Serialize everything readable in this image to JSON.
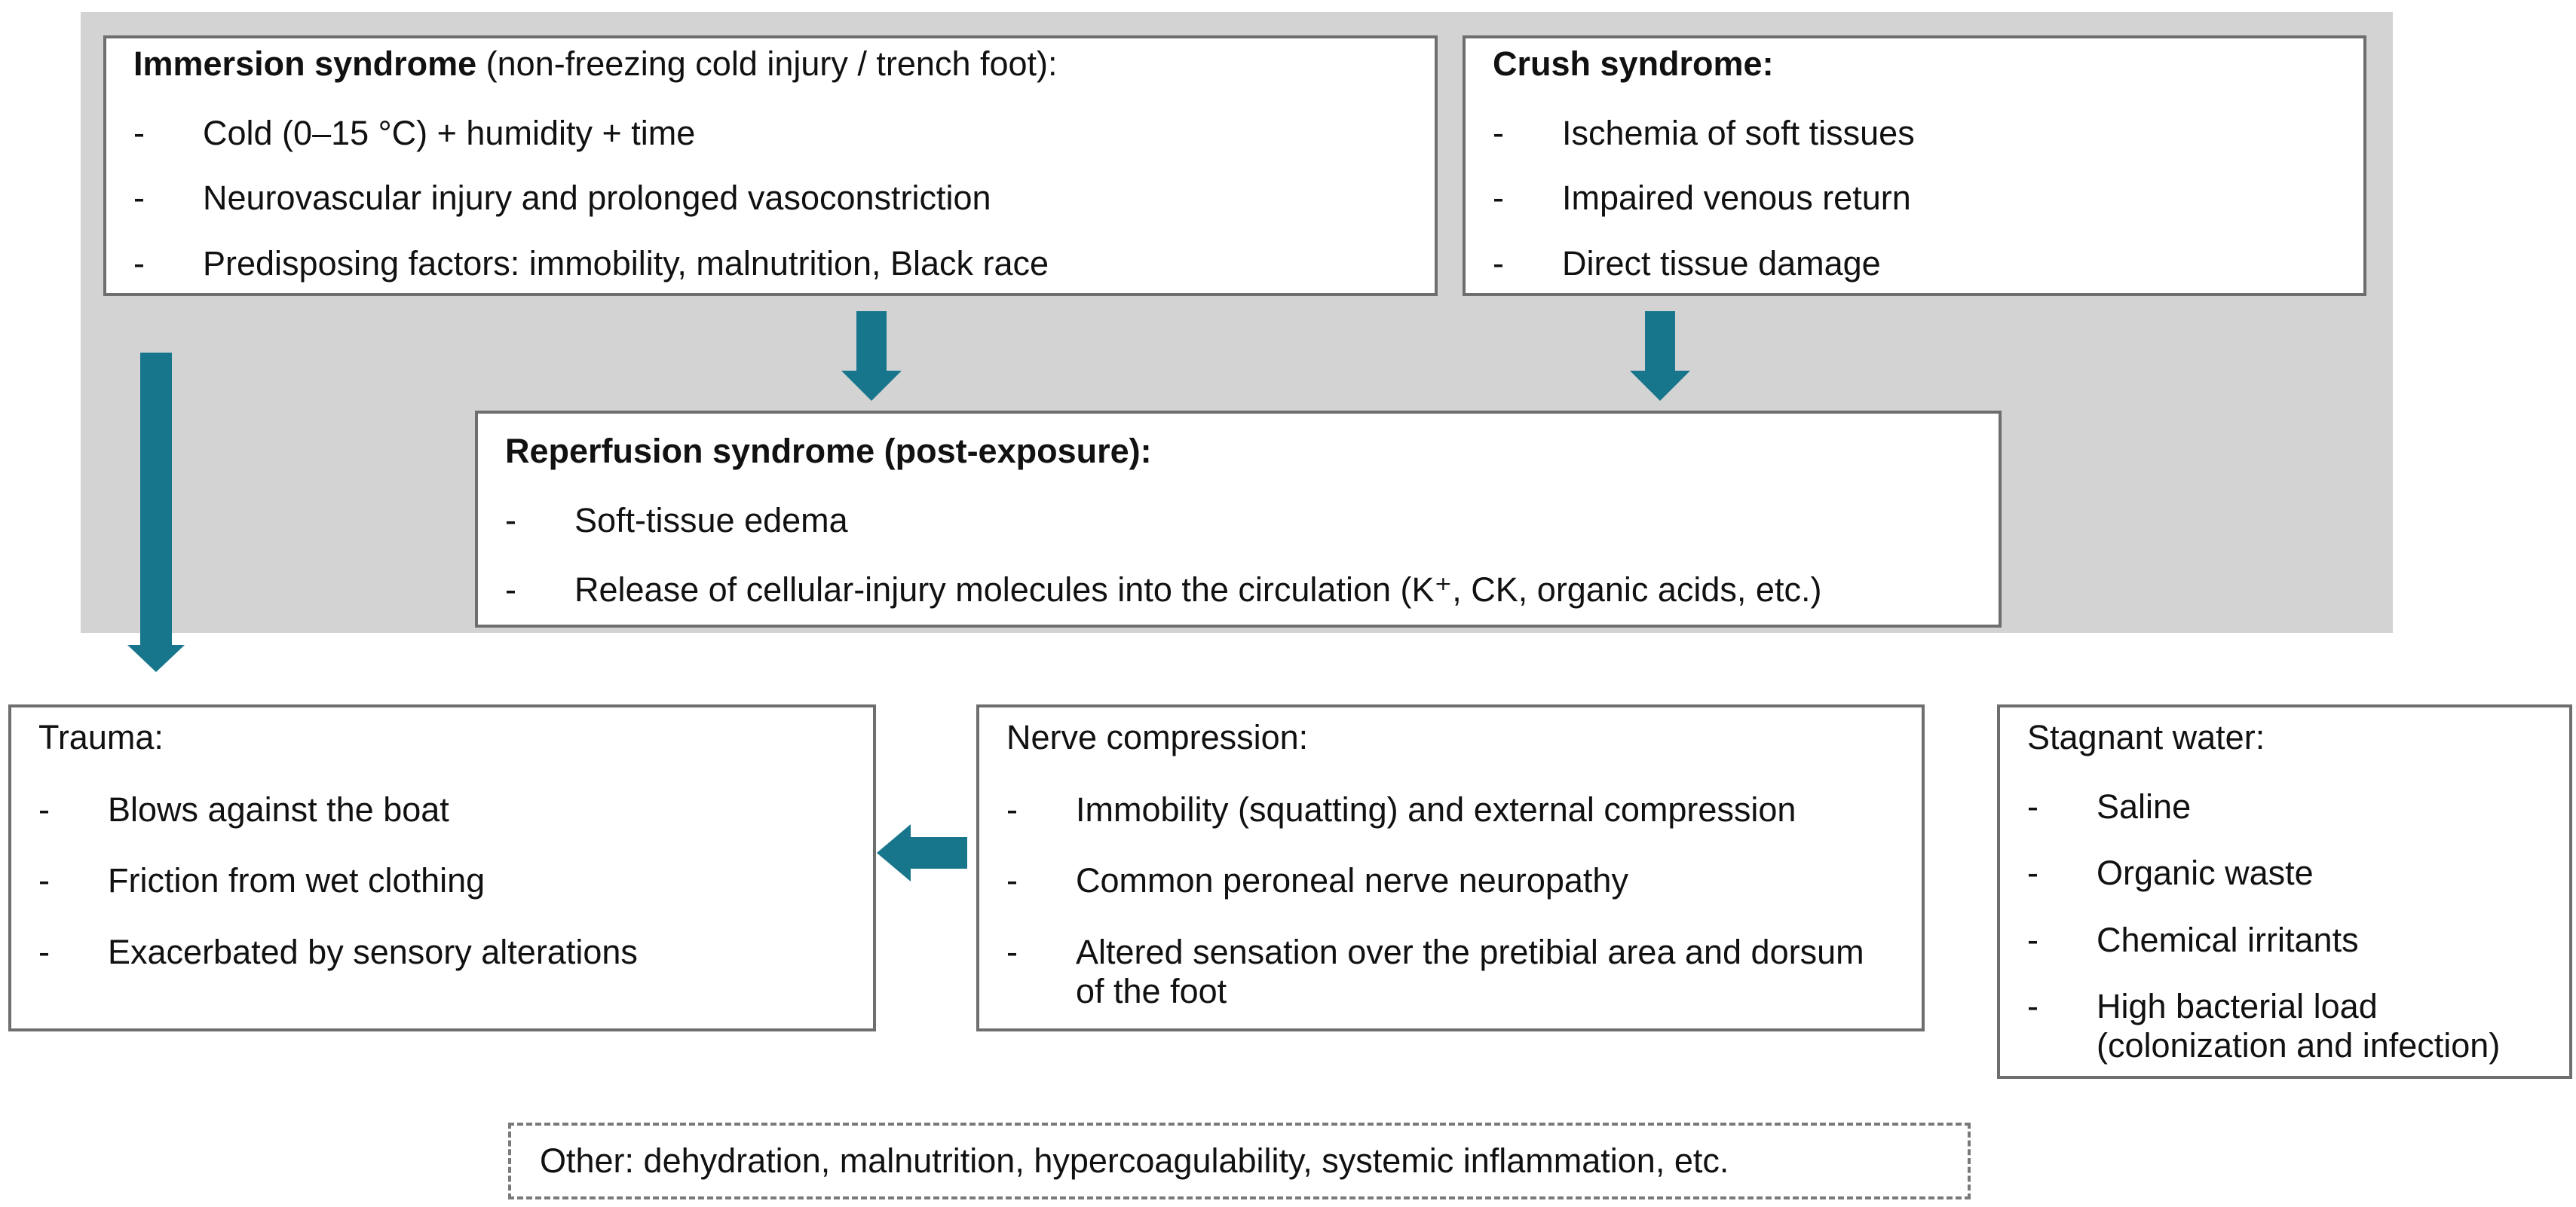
{
  "colors": {
    "panel": "#d3d3d3",
    "border": "#6e6e6e",
    "dashed": "#7a7a7a",
    "arrow": "#17768c",
    "text": "#111111"
  },
  "bullet_char": "-",
  "boxes": {
    "immersion": {
      "title_bold": "Immersion syndrome",
      "title_rest": " (non-freezing cold injury / trench foot):",
      "bullets": [
        "Cold (0–15 °C) + humidity + time",
        "Neurovascular injury and prolonged vasoconstriction",
        "Predisposing factors: immobility, malnutrition, Black race"
      ]
    },
    "crush": {
      "title": "Crush syndrome:",
      "bullets": [
        "Ischemia of soft tissues",
        "Impaired venous return",
        "Direct tissue damage"
      ]
    },
    "reperfusion": {
      "title": "Reperfusion syndrome (post-exposure):",
      "bullets": [
        "Soft-tissue edema",
        "Release of cellular-injury molecules into the circulation (K⁺, CK, organic acids, etc.)"
      ]
    },
    "trauma": {
      "title": "Trauma:",
      "bullets": [
        "Blows against the boat",
        "Friction from wet clothing",
        "Exacerbated by sensory alterations"
      ]
    },
    "nerve": {
      "title": "Nerve compression:",
      "bullets": [
        "Immobility (squatting) and external compression",
        "Common peroneal nerve neuropathy",
        "Altered sensation over the pretibial area and dorsum of the foot"
      ]
    },
    "stagnant": {
      "title": "Stagnant water:",
      "bullets": [
        "Saline",
        "Organic waste",
        "Chemical irritants",
        "High bacterial load (colonization and infection)"
      ]
    },
    "other": {
      "text": "Other: dehydration, malnutrition, hypercoagulability, systemic inflammation, etc."
    }
  }
}
